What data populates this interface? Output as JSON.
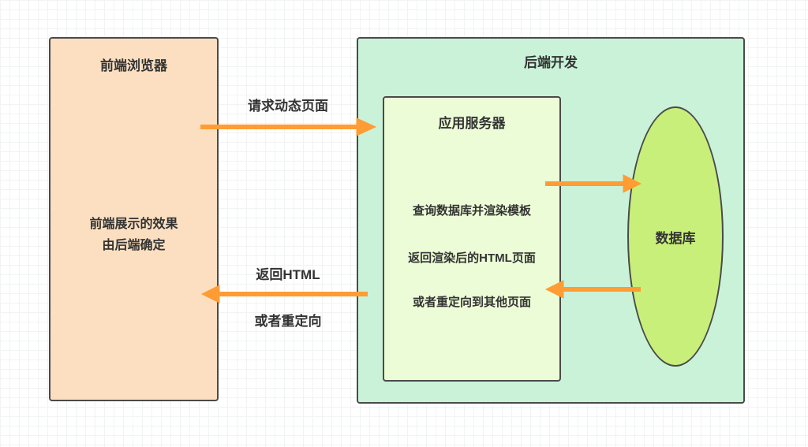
{
  "diagram": {
    "frontend_box": {
      "title": "前端浏览器",
      "body_line1": "前端展示的效果",
      "body_line2": "由后端确定"
    },
    "backend_box": {
      "title": "后端开发"
    },
    "app_server_box": {
      "title": "应用服务器",
      "line1": "查询数据库并渲染模板",
      "line2": "返回渲染后的HTML页面",
      "line3": "或者重定向到其他页面"
    },
    "database": {
      "label": "数据库"
    },
    "labels": {
      "request": "请求动态页面",
      "return_line1": "返回HTML",
      "return_line2": "或者重定向"
    },
    "colors": {
      "frontend_fill": "#fbdfc0",
      "backend_fill": "#c9f2d9",
      "app_server_fill": "#ecfcd6",
      "database_fill": "#c8ef7a",
      "arrow": "#ff9c33",
      "border": "#4a4a4a",
      "text": "#333333"
    }
  }
}
